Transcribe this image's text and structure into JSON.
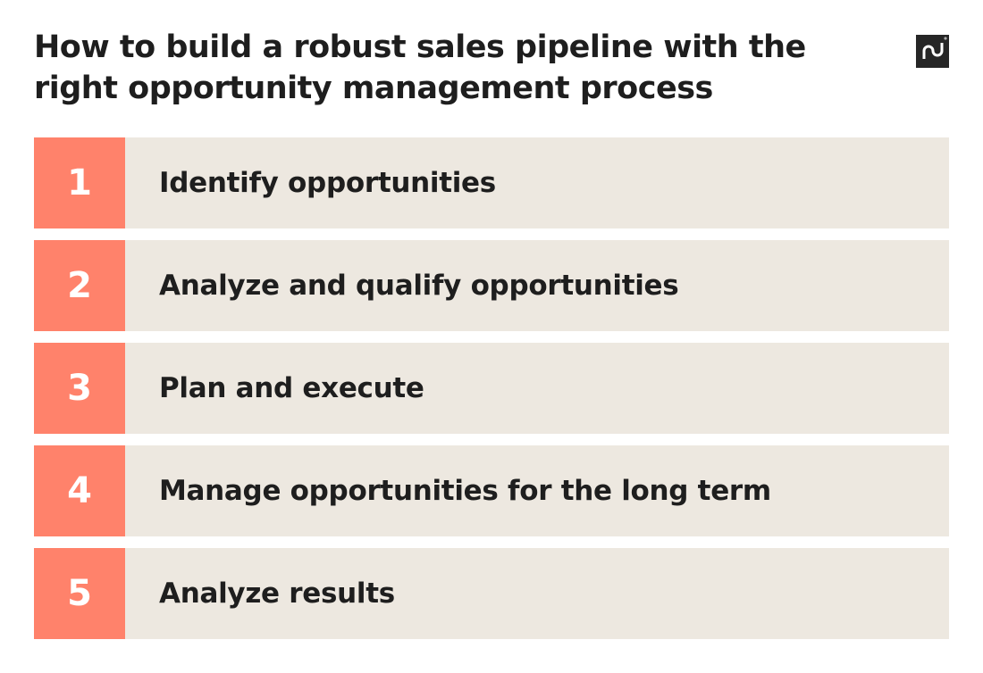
{
  "title": "How to build a robust sales pipeline with the right opportunity management process",
  "logo": {
    "name": "pd",
    "icon": "pandadoc-logo"
  },
  "colors": {
    "number_bg": "#ff826b",
    "row_bg": "#ede8e0",
    "text": "#1e1e1e"
  },
  "steps": [
    {
      "number": "1",
      "label": "Identify opportunities"
    },
    {
      "number": "2",
      "label": "Analyze and qualify opportunities"
    },
    {
      "number": "3",
      "label": "Plan and execute"
    },
    {
      "number": "4",
      "label": "Manage opportunities for the long term"
    },
    {
      "number": "5",
      "label": "Analyze results"
    }
  ]
}
